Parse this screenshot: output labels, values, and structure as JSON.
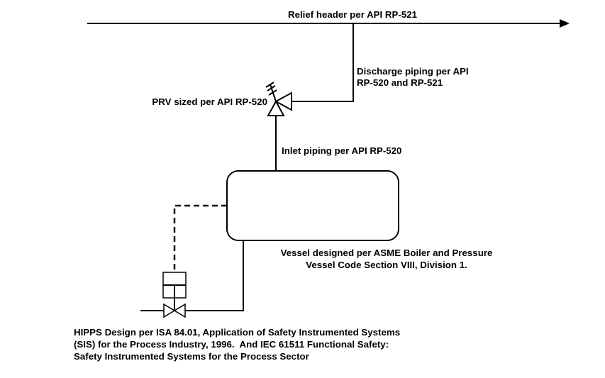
{
  "diagram": {
    "type": "process-flow / P&ID schematic",
    "colors": {
      "stroke": "#000000",
      "background": "#ffffff"
    },
    "labels": {
      "relief_header": "Relief header per API RP-521",
      "discharge_piping": [
        "Discharge piping per API",
        "RP-520 and RP-521"
      ],
      "prv": "PRV sized per API RP-520",
      "inlet_piping": "Inlet piping per API RP-520",
      "vessel": [
        "Vessel designed per ASME Boiler and Pressure",
        "Vessel Code Section VIII, Division 1."
      ],
      "hipps": [
        "HIPPS Design per ISA 84.01, Application of Safety Instrumented Systems",
        "(SIS) for the Process Industry, 1996.  And IEC 61511 Functional Safety:",
        "Safety Instrumented Systems for the Process Sector"
      ]
    },
    "components": [
      {
        "id": "relief-header",
        "kind": "pipe-with-arrow"
      },
      {
        "id": "discharge-pipe",
        "kind": "pipe"
      },
      {
        "id": "prv",
        "kind": "pressure-relief-valve"
      },
      {
        "id": "inlet-pipe",
        "kind": "pipe"
      },
      {
        "id": "vessel",
        "kind": "pressure-vessel"
      },
      {
        "id": "signal-line",
        "kind": "instrument-signal (dashed)"
      },
      {
        "id": "hipps-actuator",
        "kind": "valve-actuator"
      },
      {
        "id": "hipps-valve",
        "kind": "gate-valve"
      },
      {
        "id": "feed-pipe",
        "kind": "pipe"
      }
    ]
  }
}
